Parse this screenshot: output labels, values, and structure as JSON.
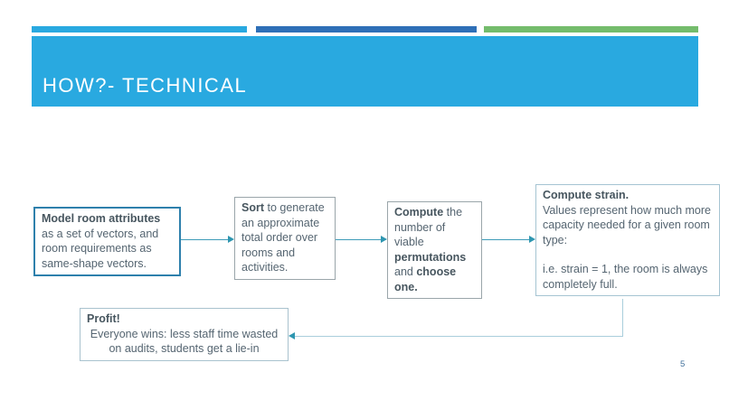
{
  "slide": {
    "title": "HOW?- TECHNICAL",
    "page_number": "5"
  },
  "colors": {
    "banner": "#29A9E0",
    "accent_bar_cyan": "#29A9E0",
    "accent_bar_blue": "#2E6FB7",
    "accent_bar_green": "#74BC6C",
    "arrow_line": "#3E9BB8",
    "arrow_head": "#2E96B0",
    "elbow_line": "#A9CEDC",
    "box_model_border": "#2E80AC",
    "box_gray_border": "#9AA5AA",
    "box_lightblue_border": "#A5C4D2",
    "body_text": "#556571",
    "title_text": "#FFFFFF",
    "page_number_text": "#41719C"
  },
  "flow": {
    "box_model": {
      "bold": "Model room attributes ",
      "text": "as a set of vectors, and room requirements as same-shape vectors."
    },
    "box_sort": {
      "bold": "Sort ",
      "text": "to generate an approximate total order over rooms and activities."
    },
    "box_permutations": {
      "seg1_bold": "Compute ",
      "seg2": "the number of viable ",
      "seg3_bold": "permutations ",
      "seg4": "and ",
      "seg5_bold": "choose one."
    },
    "box_strain": {
      "title": "Compute strain.",
      "para1": "Values represent how much more capacity needed for a given room type:",
      "para2": "i.e. strain = 1, the room is always completely full."
    },
    "box_profit": {
      "title": "Profit!",
      "text": "Everyone wins: less staff time wasted on audits, students get a lie-in"
    }
  }
}
